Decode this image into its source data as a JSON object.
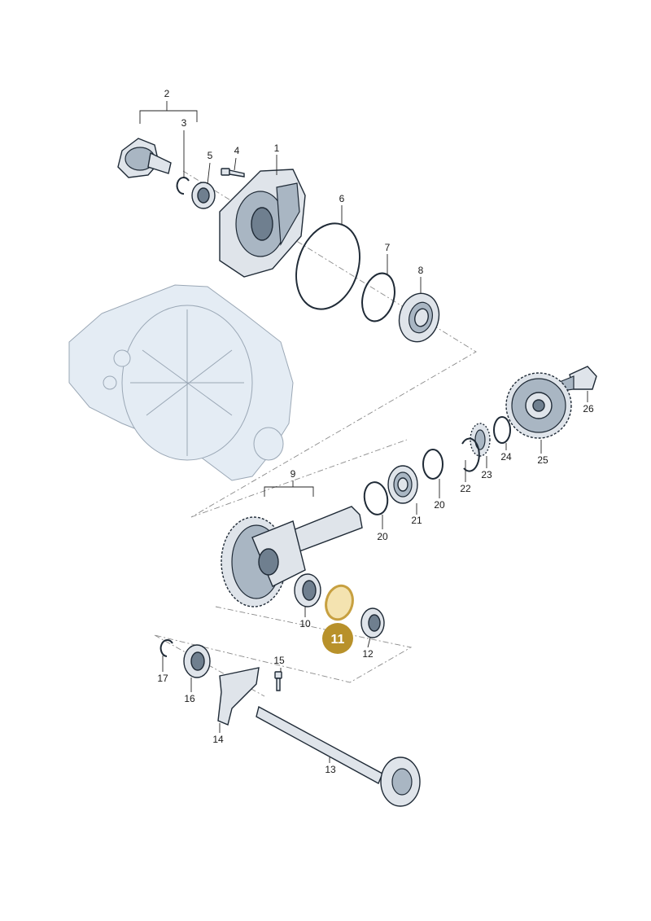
{
  "callouts": {
    "p1": "1",
    "p2": "2",
    "p3": "3",
    "p4": "4",
    "p5": "5",
    "p6": "6",
    "p7": "7",
    "p8": "8",
    "p9": "9",
    "p10": "10",
    "p11": "11",
    "p12": "12",
    "p13": "13",
    "p14": "14",
    "p15": "15",
    "p16": "16",
    "p17": "17",
    "p20a": "20",
    "p20b": "20",
    "p21": "21",
    "p22": "22",
    "p23": "23",
    "p24": "24",
    "p25": "25",
    "p26": "26"
  },
  "highlight": {
    "part": "11",
    "color": "#b8912a"
  }
}
